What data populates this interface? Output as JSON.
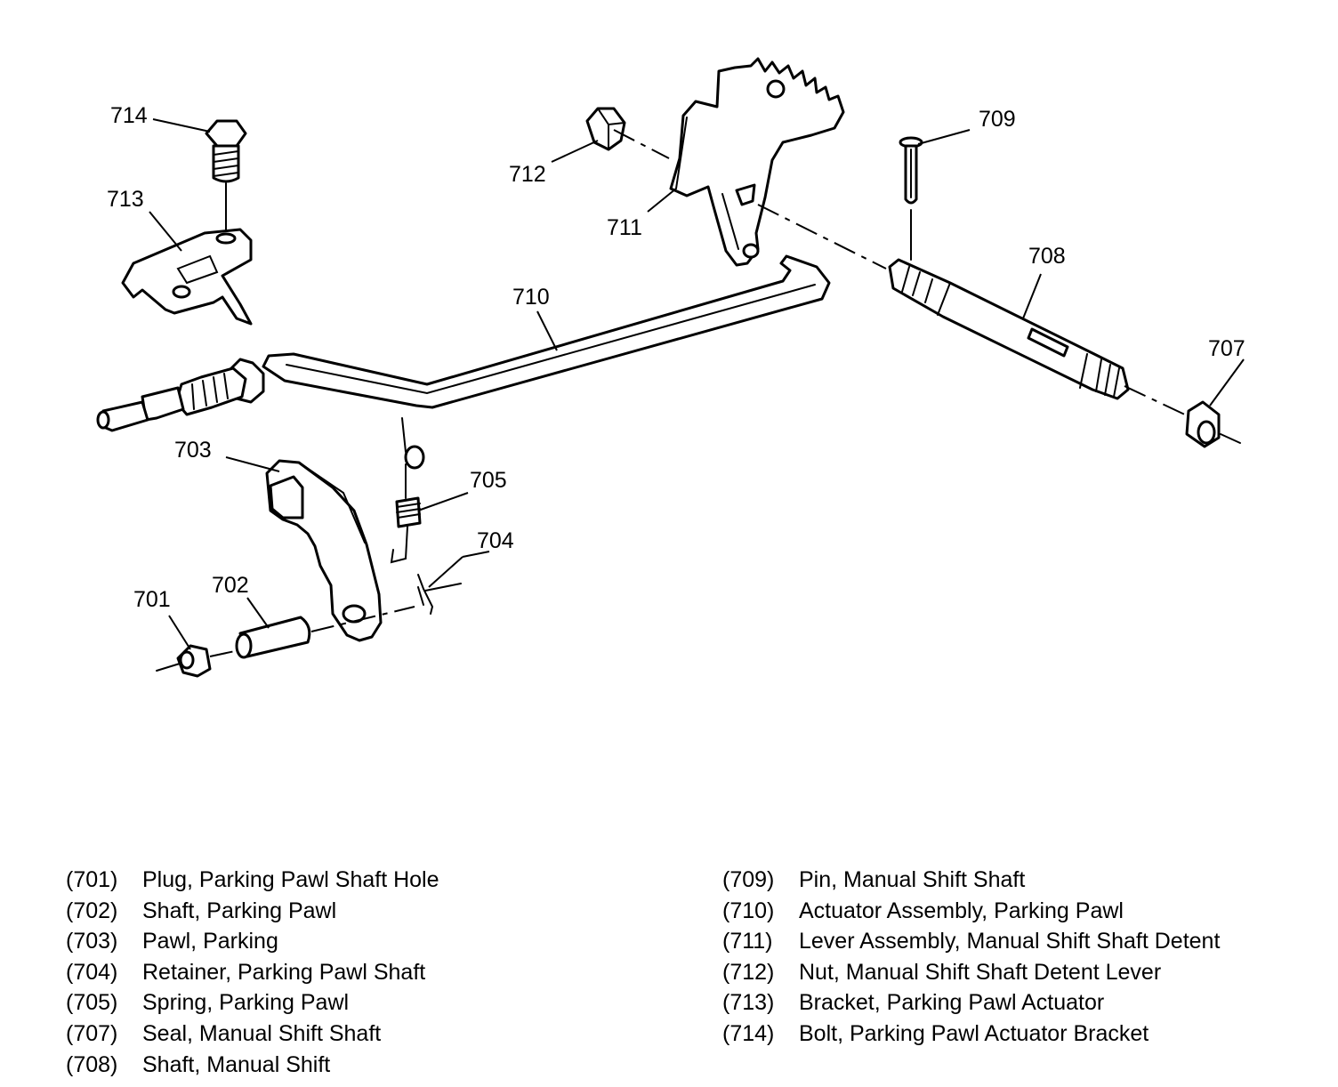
{
  "callouts": {
    "c701": "701",
    "c702": "702",
    "c703": "703",
    "c704": "704",
    "c705": "705",
    "c707": "707",
    "c708": "708",
    "c709": "709",
    "c710": "710",
    "c711": "711",
    "c712": "712",
    "c713": "713",
    "c714": "714"
  },
  "legend": {
    "left": [
      {
        "num": "(701)",
        "desc": "Plug, Parking Pawl Shaft Hole"
      },
      {
        "num": "(702)",
        "desc": "Shaft, Parking Pawl"
      },
      {
        "num": "(703)",
        "desc": "Pawl, Parking"
      },
      {
        "num": "(704)",
        "desc": "Retainer, Parking Pawl Shaft"
      },
      {
        "num": "(705)",
        "desc": "Spring, Parking Pawl"
      },
      {
        "num": "(707)",
        "desc": "Seal, Manual Shift Shaft"
      },
      {
        "num": "(708)",
        "desc": "Shaft, Manual Shift"
      }
    ],
    "right": [
      {
        "num": "(709)",
        "desc": "Pin, Manual Shift Shaft"
      },
      {
        "num": "(710)",
        "desc": "Actuator Assembly, Parking Pawl"
      },
      {
        "num": "(711)",
        "desc": "Lever Assembly, Manual Shift Shaft Detent"
      },
      {
        "num": "(712)",
        "desc": "Nut, Manual Shift Shaft Detent Lever"
      },
      {
        "num": "(713)",
        "desc": "Bracket, Parking Pawl Actuator"
      },
      {
        "num": "(714)",
        "desc": "Bolt, Parking Pawl Actuator Bracket"
      }
    ]
  }
}
